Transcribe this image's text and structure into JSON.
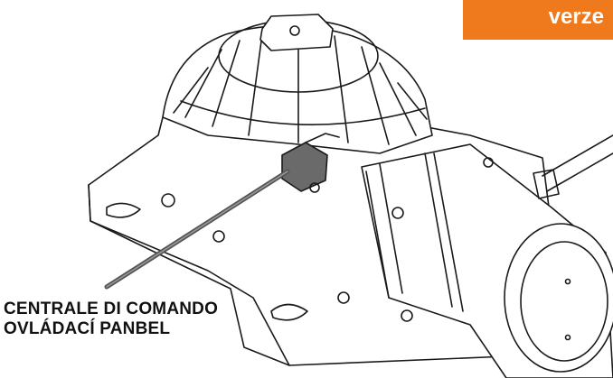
{
  "header": {
    "badge_label": "verze",
    "badge_color": "#ef7a1e"
  },
  "callout": {
    "line1": "CENTRALE DI COMANDO",
    "line2": "OVLÁDACÍ PANBEL"
  },
  "drawing": {
    "subject": "gear-motor-housing",
    "cable_color": "#555555"
  }
}
